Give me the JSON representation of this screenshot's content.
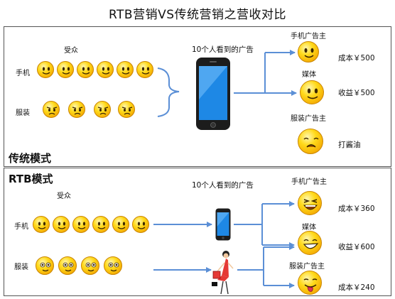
{
  "title": "RTB营销VS传统营销之营收对比",
  "traditional": {
    "mode_label": "传统模式",
    "audience_label": "受众",
    "row_phone_label": "手机",
    "row_clothing_label": "服装",
    "center_label": "10个人看到的广告",
    "targets": [
      {
        "name": "手机广告主",
        "value": "成本￥500",
        "face": "happy-face-icon"
      },
      {
        "name": "媒体",
        "value": "收益￥500",
        "face": "happy-face-icon"
      },
      {
        "name": "服装广告主",
        "value": "打酱油",
        "face": "sad-face-icon"
      }
    ]
  },
  "rtb": {
    "mode_label": "RTB模式",
    "audience_label": "受众",
    "row_phone_label": "手机",
    "row_clothing_label": "服装",
    "center_label": "10个人看到的广告",
    "targets": [
      {
        "name": "手机广告主",
        "value": "成本￥360",
        "face": "laughing-face-icon"
      },
      {
        "name": "媒体",
        "value": "收益￥600",
        "face": "grinning-face-icon"
      },
      {
        "name": "服装广告主",
        "value": "成本￥240",
        "face": "tongue-face-icon"
      }
    ]
  },
  "colors": {
    "arrow": "#5b8fd6",
    "face": "#ffd91a",
    "phone_screen": "#1e88e5"
  }
}
